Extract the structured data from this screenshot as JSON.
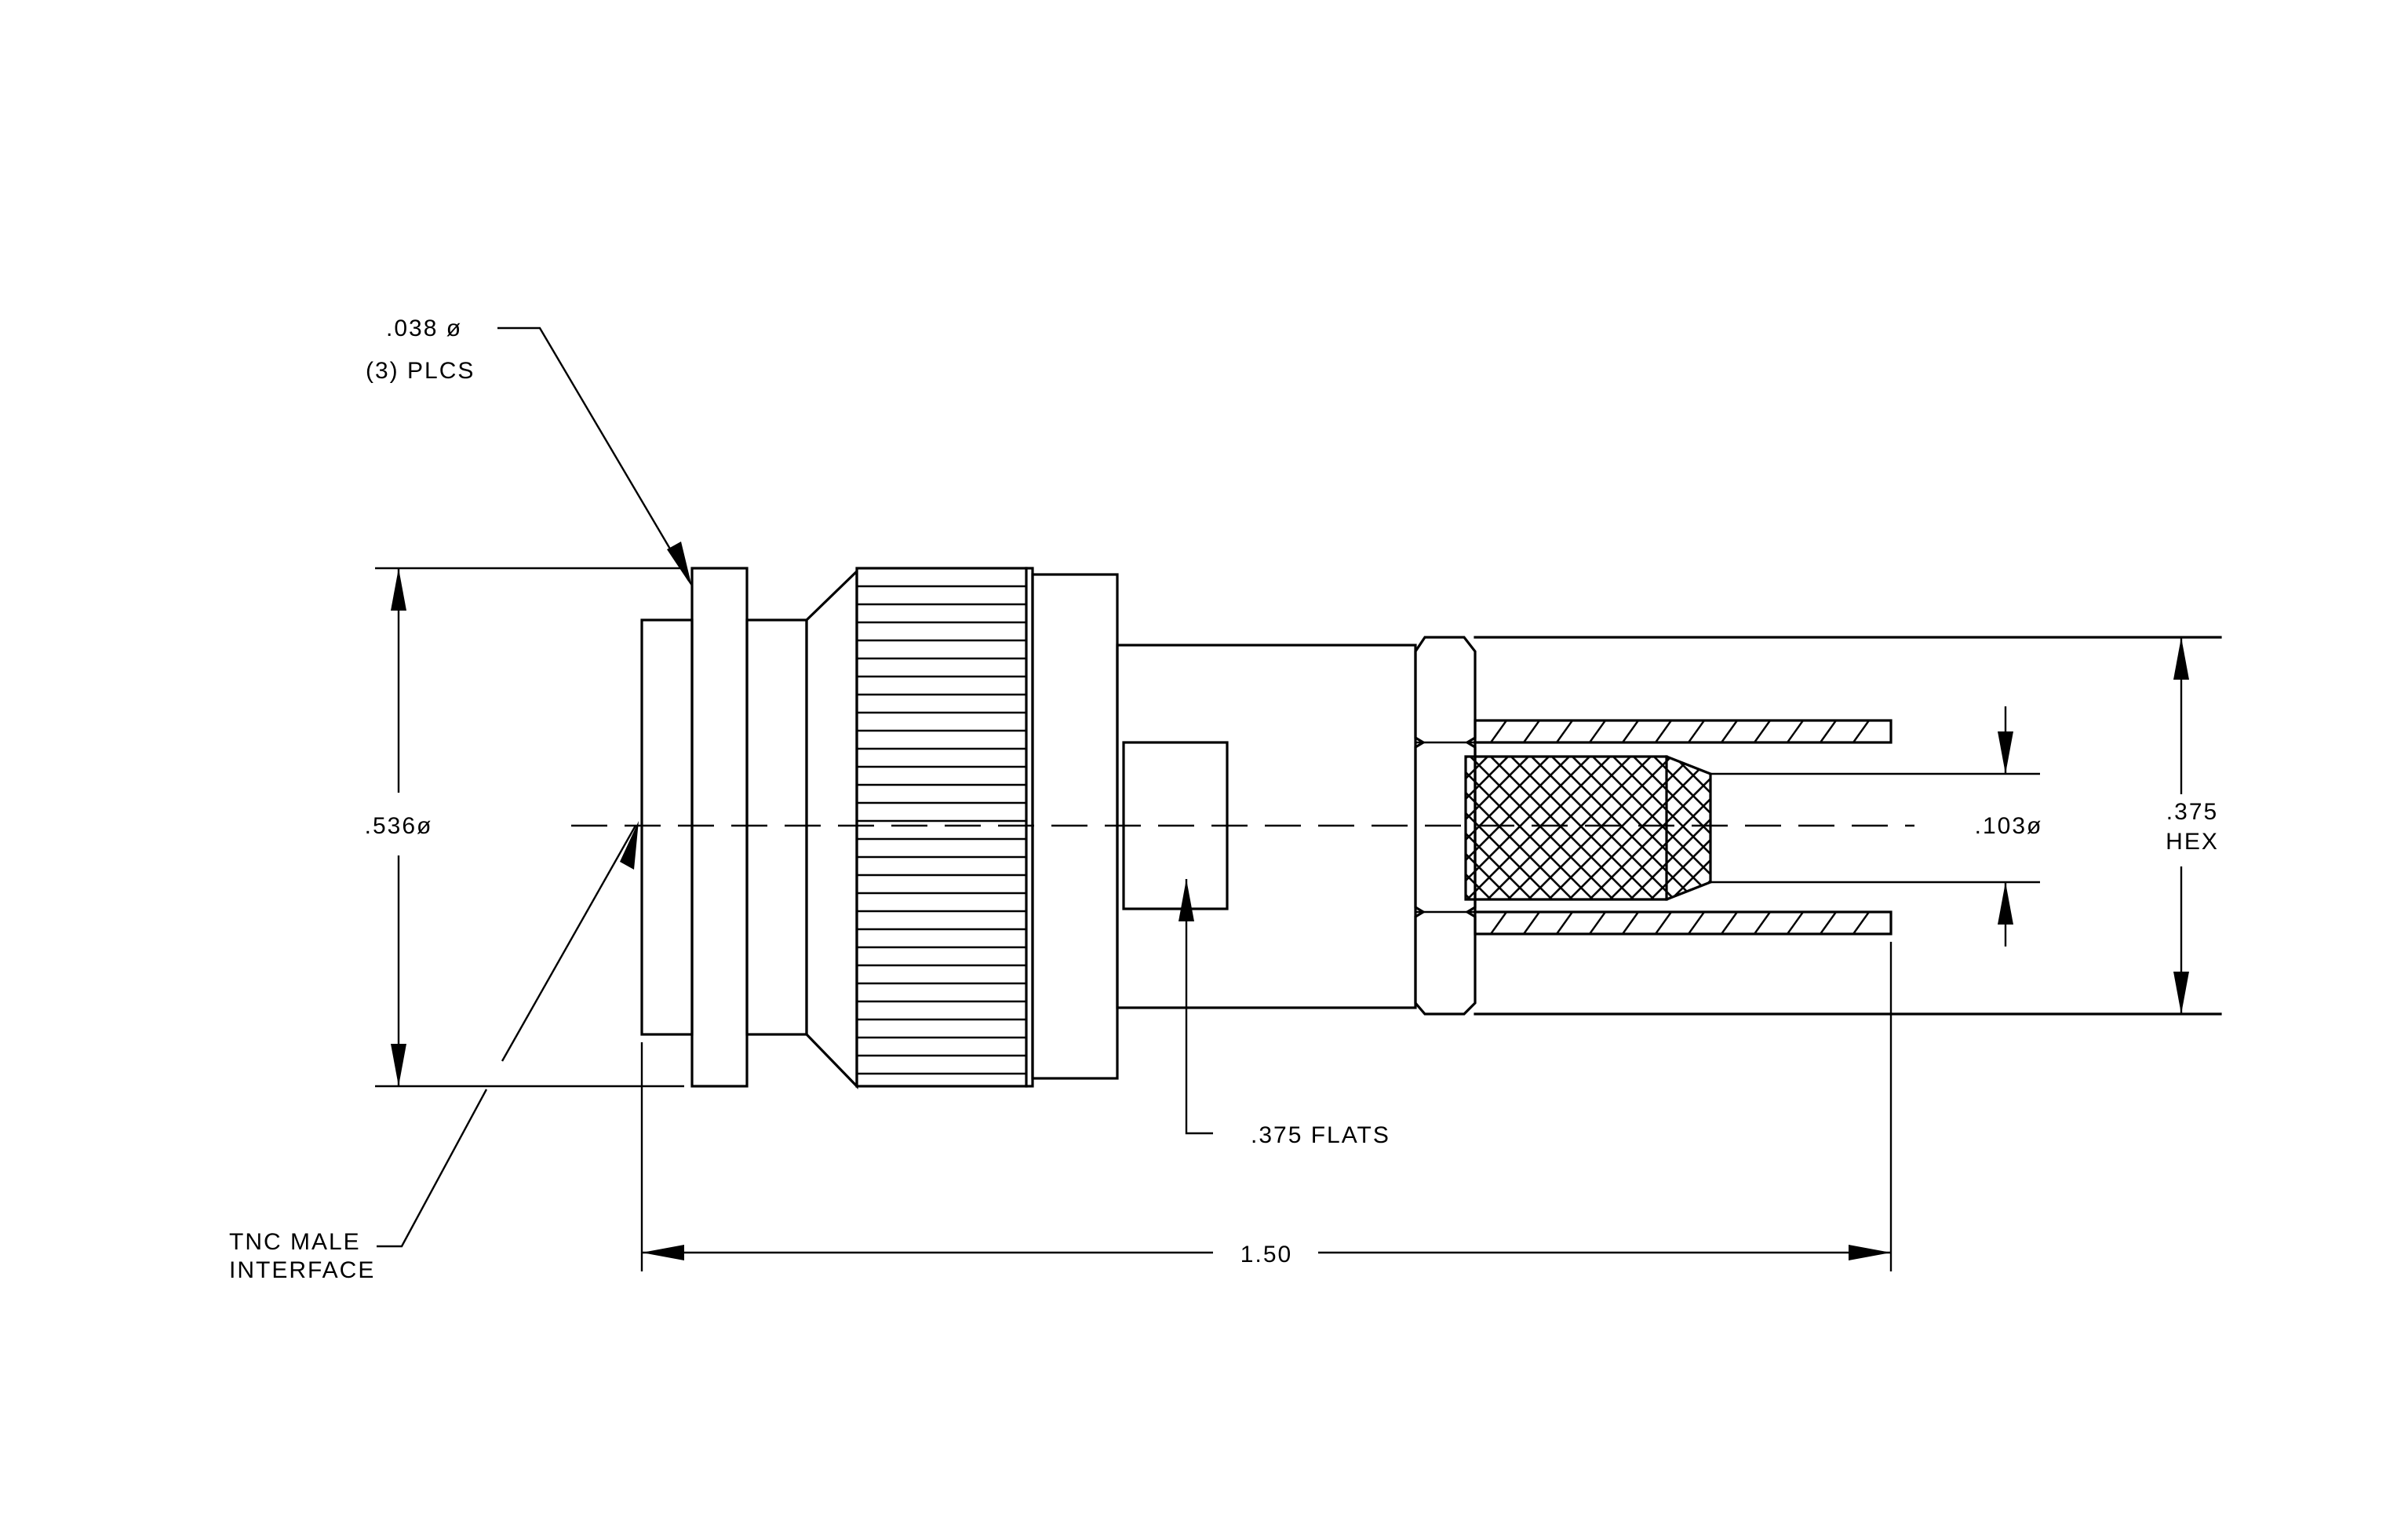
{
  "labels": {
    "hole_dia": ".038 ø",
    "hole_count": "(3) PLCS",
    "body_dia": ".536ø",
    "flats": ".375 FLATS",
    "interface_line1": "TNC MALE",
    "interface_line2": "INTERFACE",
    "length": "1.50",
    "pin_dia": ".103ø",
    "hex_line1": ".375",
    "hex_line2": "HEX"
  }
}
